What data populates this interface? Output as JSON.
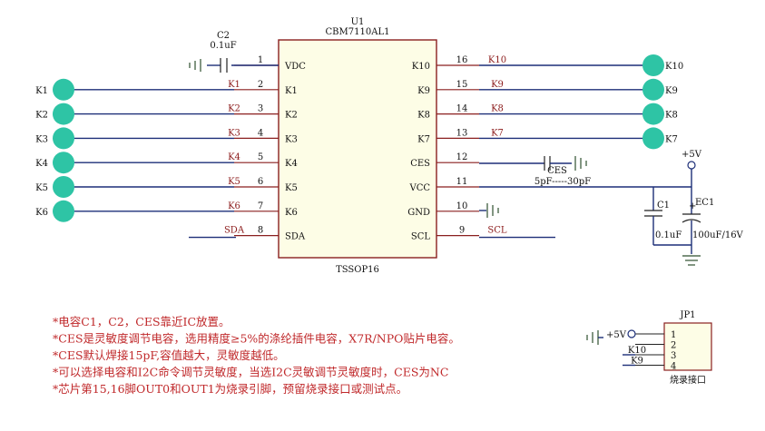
{
  "ic": {
    "designator": "U1",
    "part": "CBM7110AL1",
    "package": "TSSOP16",
    "left_pins": [
      {
        "num": "1",
        "name": "VDC",
        "net": ""
      },
      {
        "num": "2",
        "name": "K1",
        "net": "K1"
      },
      {
        "num": "3",
        "name": "K2",
        "net": "K2"
      },
      {
        "num": "4",
        "name": "K3",
        "net": "K3"
      },
      {
        "num": "5",
        "name": "K4",
        "net": "K4"
      },
      {
        "num": "6",
        "name": "K5",
        "net": "K5"
      },
      {
        "num": "7",
        "name": "K6",
        "net": "K6"
      },
      {
        "num": "8",
        "name": "SDA",
        "net": "SDA"
      }
    ],
    "right_pins": [
      {
        "num": "16",
        "name": "K10",
        "net": "K10"
      },
      {
        "num": "15",
        "name": "K9",
        "net": "K9"
      },
      {
        "num": "14",
        "name": "K8",
        "net": "K8"
      },
      {
        "num": "13",
        "name": "K7",
        "net": "K7"
      },
      {
        "num": "12",
        "name": "CES",
        "net": ""
      },
      {
        "num": "11",
        "name": "VCC",
        "net": ""
      },
      {
        "num": "10",
        "name": "GND",
        "net": ""
      },
      {
        "num": "9",
        "name": "SCL",
        "net": "SCL"
      }
    ]
  },
  "c2": {
    "ref": "C2",
    "value": "0.1uF"
  },
  "ces": {
    "ref": "CES",
    "value": "5pF-----30pF"
  },
  "c1": {
    "ref": "C1",
    "value": "0.1uF"
  },
  "ec1": {
    "ref": "EC1",
    "value": "100uF/16V",
    "plus": "+"
  },
  "power": {
    "label": "+5V"
  },
  "left_pads": [
    "K1",
    "K2",
    "K3",
    "K4",
    "K5",
    "K6"
  ],
  "right_pads": [
    "K10",
    "K9",
    "K8",
    "K7"
  ],
  "jp1": {
    "ref": "JP1",
    "caption": "烧录接口",
    "pins": [
      "1",
      "2",
      "3",
      "4"
    ],
    "nets": [
      "+5V",
      "",
      "K10",
      "K9"
    ]
  },
  "notes": [
    "*电容C1，C2，CES靠近IC放置。",
    "*CES是灵敏度调节电容，选用精度≥5%的涤纶插件电容，X7R/NPO贴片电容。",
    "*CES默认焊接15pF,容值越大，灵敏度越低。",
    "*可以选择电容和I2C命令调节灵敏度，当选I2C灵敏调节灵敏度时，CES为NC",
    "*芯片第15,16脚OUT0和OUT1为烧录引脚，预留烧录接口或测试点。"
  ],
  "colors": {
    "pad": "#2ec4a5",
    "wire": "#1d2f78",
    "note": "#c0292b",
    "net": "#8b1a1a"
  }
}
